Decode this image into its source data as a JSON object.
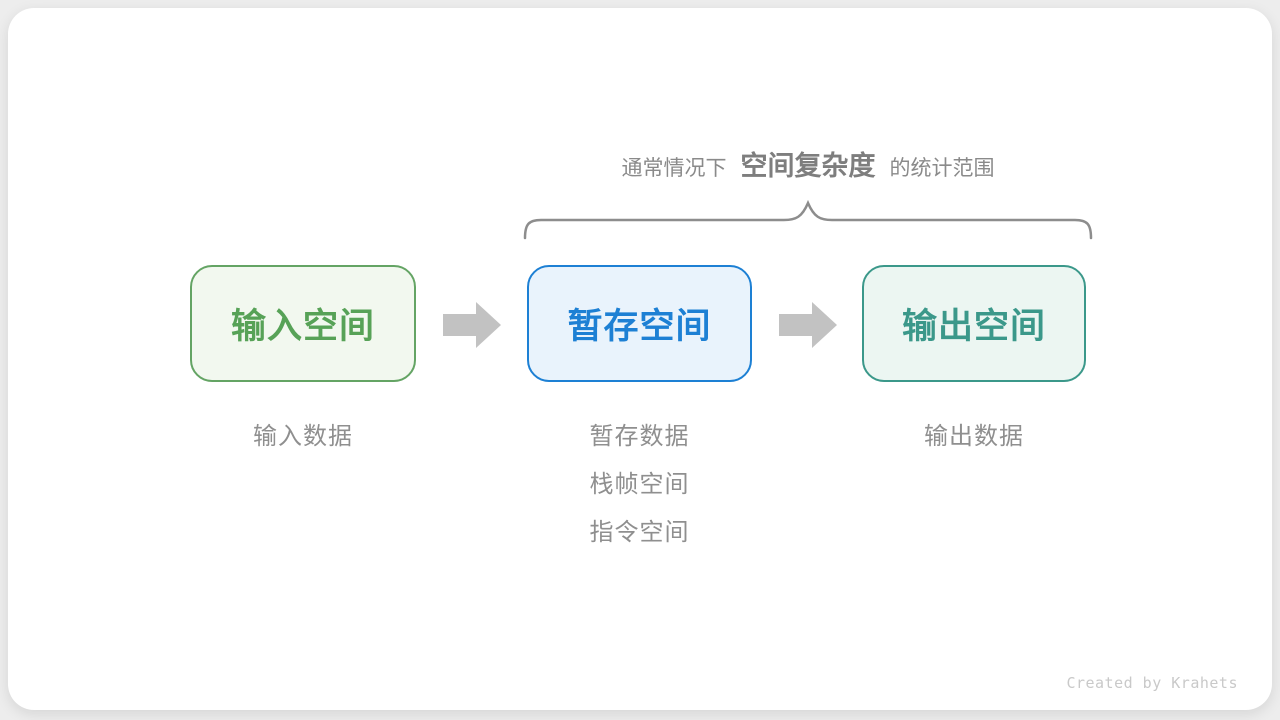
{
  "figure": {
    "scope_title": {
      "prefix": "通常情况下",
      "highlight": "空间复杂度",
      "suffix": "的统计范围"
    },
    "nodes": [
      {
        "id": "input-space",
        "label": "输入空间",
        "notes": [
          "输入数据"
        ]
      },
      {
        "id": "buffer-space",
        "label": "暂存空间",
        "notes": [
          "暂存数据",
          "栈帧空间",
          "指令空间"
        ]
      },
      {
        "id": "output-space",
        "label": "输出空间",
        "notes": [
          "输出数据"
        ]
      }
    ],
    "credit": "Created by Krahets"
  },
  "colors": {
    "background": "#ededed",
    "card": "#ffffff",
    "annotation_text": "#8a8a8a",
    "brace_stroke": "#8d8d8d",
    "arrow_fill": "#c2c2c2",
    "note_text": "#8f8f8f",
    "credit_text": "#c9c9c9",
    "input_border": "#64a464",
    "input_fill": "#f2f8ef",
    "input_text": "#57a257",
    "buffer_border": "#1d80d4",
    "buffer_fill": "#e9f3fc",
    "buffer_text": "#1d80d4",
    "output_border": "#3b988a",
    "output_fill": "#ecf6f2",
    "output_text": "#3b988a"
  }
}
